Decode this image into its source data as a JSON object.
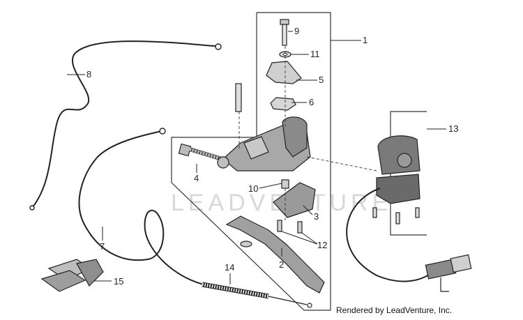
{
  "watermark": "LEADVENTURE",
  "footer": "Rendered by LeadVenture, Inc.",
  "callouts": {
    "c1": "1",
    "c2": "2",
    "c3": "3",
    "c4": "4",
    "c5": "5",
    "c6": "6",
    "c7": "7",
    "c8": "8",
    "c9": "9",
    "c10": "10",
    "c11": "11",
    "c12": "12",
    "c13": "13",
    "c14": "14",
    "c15": "15"
  }
}
